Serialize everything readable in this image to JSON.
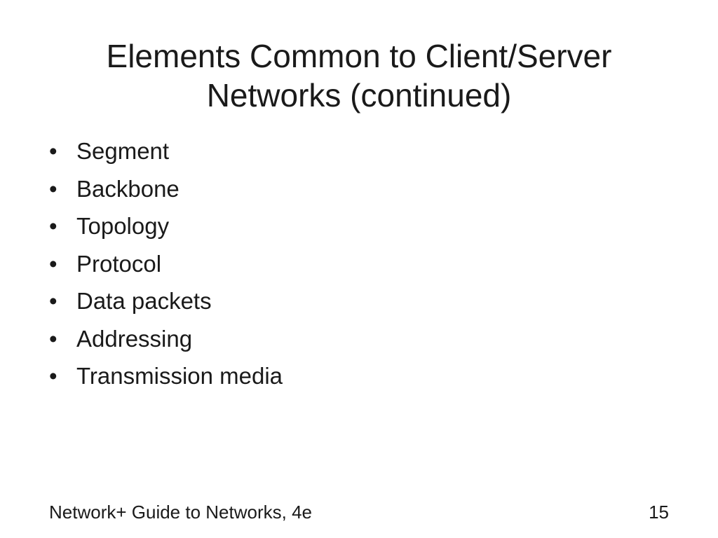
{
  "slide": {
    "title_lines": [
      "Elements Common to Client/Server",
      "Networks (continued)"
    ],
    "bullet_symbol": "•",
    "bullets": [
      "Segment",
      "Backbone",
      "Topology",
      "Protocol",
      "Data packets",
      "Addressing",
      "Transmission media"
    ],
    "footer_text": "Network+ Guide to Networks, 4e",
    "page_number": "15"
  }
}
